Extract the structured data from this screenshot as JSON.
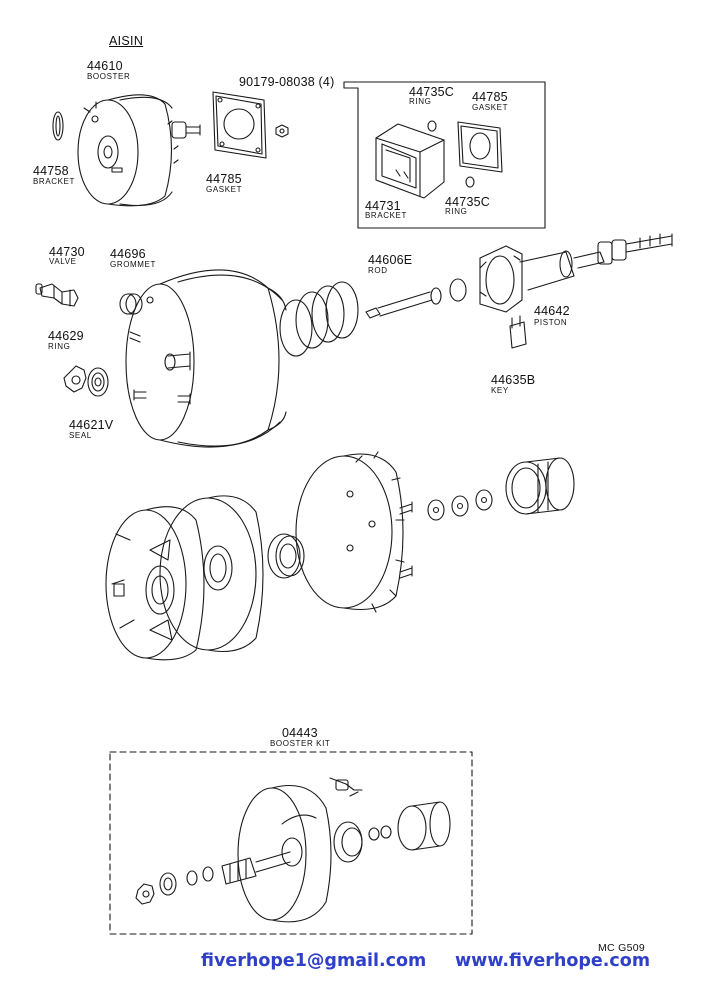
{
  "brand": "AISIN",
  "figure_code": "MC G509",
  "parts": {
    "booster": {
      "number": "44610",
      "name": "BOOSTER"
    },
    "bracket_a": {
      "number": "44758",
      "name": "BRACKET"
    },
    "gasket_a": {
      "number": "44785",
      "name": "GASKET"
    },
    "nut": {
      "number": "90179-08038 (4)"
    },
    "ring_a": {
      "number": "44735C",
      "name": "RING"
    },
    "gasket_b": {
      "number": "44785",
      "name": "GASKET"
    },
    "bracket_b": {
      "number": "44731",
      "name": "BRACKET"
    },
    "ring_b": {
      "number": "44735C",
      "name": "RING"
    },
    "valve": {
      "number": "44730",
      "name": "VALVE"
    },
    "grommet": {
      "number": "44696",
      "name": "GROMMET"
    },
    "rod": {
      "number": "44606E",
      "name": "ROD"
    },
    "piston": {
      "number": "44642",
      "name": "PISTON"
    },
    "ring_c": {
      "number": "44629",
      "name": "RING"
    },
    "key": {
      "number": "44635B",
      "name": "KEY"
    },
    "seal": {
      "number": "44621V",
      "name": "SEAL"
    },
    "kit": {
      "number": "04443",
      "name": "BOOSTER KIT"
    }
  },
  "contact": {
    "email": "fiverhope1@gmail.com",
    "website": "www.fiverhope.com"
  },
  "colors": {
    "line": "#1a1a1a",
    "contact_text": "#2f3fc8"
  }
}
